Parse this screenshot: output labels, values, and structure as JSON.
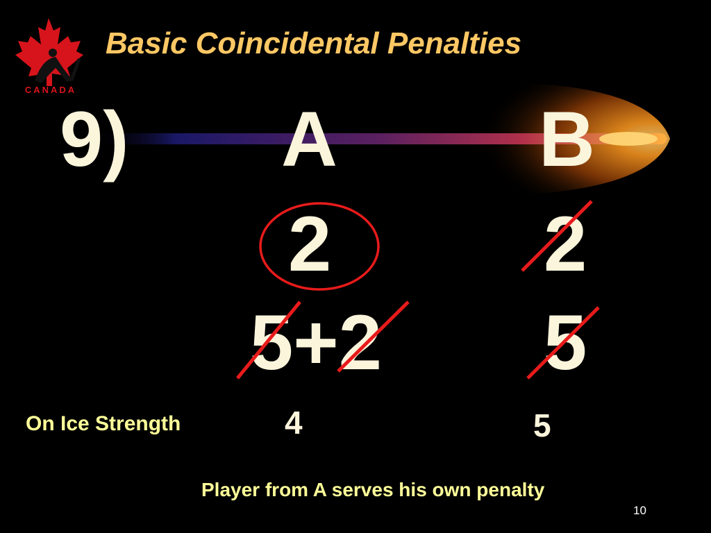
{
  "slide": {
    "title": "Basic Coincidental Penalties",
    "number_label": "9)",
    "team_a": "A",
    "team_b": "B",
    "a_penalty_1": "2",
    "a_penalty_2": "5+2",
    "b_penalty_1": "2",
    "b_penalty_2": "5",
    "strength_label": "On Ice Strength",
    "strength_a": "4",
    "strength_b": "5",
    "note": "Player from A serves his own penalty",
    "page_number": "10"
  },
  "logo": {
    "text": "CANADA",
    "icon": "maple-leaf-icon"
  },
  "colors": {
    "background": "#000000",
    "title": "#ffc864",
    "main_text": "#fbf5dc",
    "label_text": "#ffff99",
    "mark_red": "#e81b1b",
    "logo_red": "#d7141b"
  }
}
